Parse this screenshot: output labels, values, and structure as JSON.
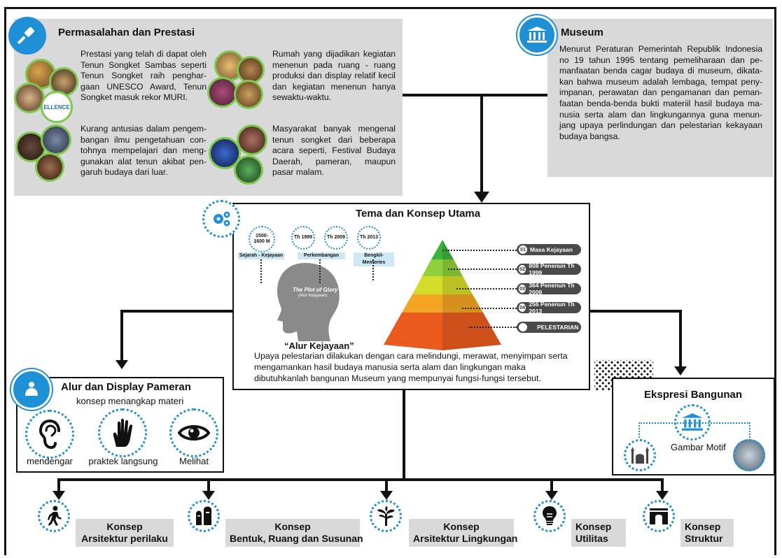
{
  "permasalahan": {
    "title": "Permasalahan dan Prestasi",
    "p1": "Prestasi yang telah di dapat oleh Tenun Songket Sambas seperti Tenun Songket raih penghar-gaan UNESCO Award, Tenun Songket masuk rekor MURI.",
    "p2": "Rumah yang dijadikan kegiatan menenun pada ruang - ruang produksi dan display relatif kecil dan kegiatan menenun hanya sewaktu-waktu.",
    "p3": "Kurang antusias dalam pengem-bangan ilmu pengetahuan con-tohnya mempelajari dan meng-gunakan alat tenun akibat pen-garuh budaya dari luar.",
    "p4": "Masyarakat banyak mengenal tenun songket dari beberapa acara seperti, Festival Budaya Daerah, pameran, maupun pasar malam.",
    "photo_badge": "ELLENCE"
  },
  "museum": {
    "title": "Museum",
    "text": "Menurut Peraturan Pemerintah Republik Indonesia no 19 tahun 1995 tentang pemeliharaan dan pe-manfaatan benda cagar budaya di museum, dikata-kan bahwa museum adalah lembaga, tempat peny-impanan, perawatan dan pengamanan dan peman-faatan benda-benda bukti materiil hasil budaya ma-nusia serta alam dan lingkungannya guna menun-jang upaya perlindungan dan pelestarian kekayaan budaya bangsa."
  },
  "tema": {
    "title": "Tema dan Konsep Utama",
    "years": [
      "1500-\n1600 M",
      "Th 1999",
      "Th 2009",
      "Th 2013"
    ],
    "tags": [
      "Sejarah - Kejayaan",
      "Perkembangan",
      "Bengkil-Memories"
    ],
    "head_text": "The Plot of Glory",
    "head_sub": "(Alur Kejayaan)",
    "caption": "“Alur Kejayaan”",
    "description": "Upaya pelestarian dilakukan dengan cara melindungi, merawat, menyimpan serta mengamankan hasil budaya manusia serta alam dan lingkungan maka dibutuhkanlah bangunan Museum yang mempunyai fungsi-fungsi tersebut.",
    "pyramid": [
      {
        "num": "01",
        "label": "Masa Kejayaan",
        "color": "#3cb43c"
      },
      {
        "num": "02",
        "label": "808 Penenun Th 1999",
        "color": "#8fd13a"
      },
      {
        "num": "03",
        "label": "364 Penenun Th 2009",
        "color": "#d6dc2a"
      },
      {
        "num": "04",
        "label": "256 Penenun Th 2013",
        "color": "#f2a623"
      },
      {
        "num": "",
        "label": "PELESTARIAN",
        "color": "#ea5a1e"
      }
    ]
  },
  "alur": {
    "title": "Alur dan Display Pameran",
    "subtitle": "konsep menangkap materi",
    "icon_caption": "folder",
    "senses": [
      "mendengar",
      "praktek langsung",
      "Melihat"
    ]
  },
  "ekspresi": {
    "title": "Ekspresi Bangunan",
    "motif": "Gambar Motif"
  },
  "konsep": [
    {
      "label": "Konsep\nArsitektur perilaku",
      "icon": "walking-person-icon"
    },
    {
      "label": "Konsep\nBentuk, Ruang dan Susunan",
      "icon": "moai-icon"
    },
    {
      "label": "Konsep\nArsitektur Lingkungan",
      "icon": "tree-icon"
    },
    {
      "label": "Konsep\nUtilitas",
      "icon": "lightbulb-icon"
    },
    {
      "label": "Konsep\nStruktur",
      "icon": "arch-icon"
    }
  ],
  "colors": {
    "accent": "#1f8fd6",
    "panel": "#d9d9d9",
    "line": "#111111"
  }
}
